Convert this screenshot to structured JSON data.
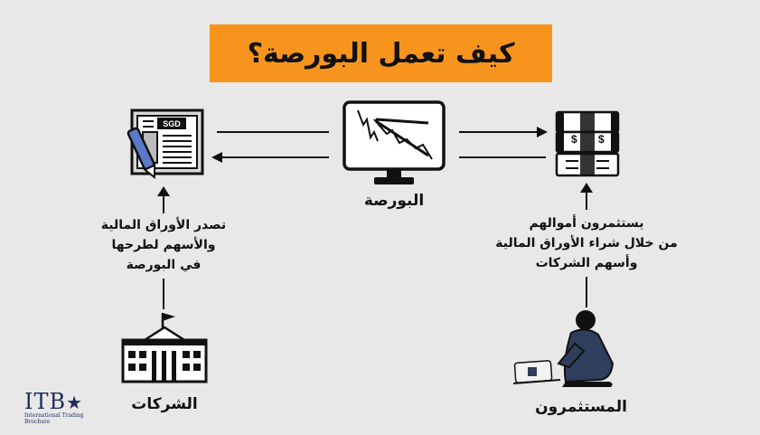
{
  "title": "كيف تعمل البورصة؟",
  "nodes": {
    "exchange": "البورصة",
    "companies": "الشركات",
    "investors": "المستثمرون"
  },
  "captions": {
    "companies_action": [
      "تصدر الأوراق المالية",
      "والأسهم لطرحها",
      "في البورصة"
    ],
    "investors_action": [
      "يستثمرون أموالهم",
      "من خلال شراء الأوراق المالية",
      "وأسهم الشركات"
    ]
  },
  "icons": {
    "newspaper_badge": "SGD",
    "monitor": "monitor-chart-icon",
    "money": "money-stack-icon",
    "building": "building-icon",
    "investor": "investor-laptop-icon"
  },
  "logo": {
    "text": "ITB",
    "star": "★",
    "tagline": "International Trading Brochure"
  },
  "colors": {
    "accent": "#f7941d",
    "background": "#e8e8e8",
    "ink": "#111111",
    "logo": "#1e2d5a",
    "investor_shirt": "#2f3e5c"
  }
}
